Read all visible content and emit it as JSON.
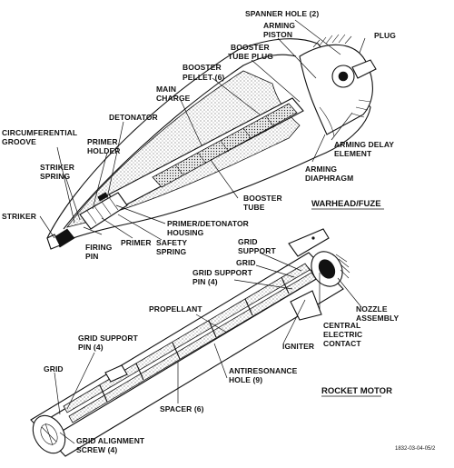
{
  "warhead": {
    "title": "WARHEAD/FUZE",
    "labels": {
      "spanner_hole": "SPANNER HOLE (2)",
      "plug": "PLUG",
      "arming_piston": [
        "ARMING",
        "PISTON"
      ],
      "booster_tube_plug": [
        "BOOSTER",
        "TUBE PLUG"
      ],
      "booster_pellet": [
        "BOOSTER",
        "PELLET (6)"
      ],
      "main_charge": [
        "MAIN",
        "CHARGE"
      ],
      "detonator": "DETONATOR",
      "circumferential_groove": [
        "CIRCUMFERENTIAL",
        "GROOVE"
      ],
      "primer_holder": [
        "PRIMER",
        "HOLDER"
      ],
      "striker_spring": [
        "STRIKER",
        "SPRING"
      ],
      "striker": "STRIKER",
      "firing_pin": [
        "FIRING",
        "PIN"
      ],
      "primer": "PRIMER",
      "safety_spring": [
        "SAFETY",
        "SPRING"
      ],
      "primer_detonator_housing": [
        "PRIMER/DETONATOR",
        "HOUSING"
      ],
      "booster_tube": [
        "BOOSTER",
        "TUBE"
      ],
      "arming_diaphragm": [
        "ARMING",
        "DIAPHRAGM"
      ],
      "arming_delay_element": [
        "ARMING DELAY",
        "ELEMENT"
      ]
    }
  },
  "rocket_motor": {
    "title": "ROCKET MOTOR",
    "labels": {
      "grid_support": [
        "GRID",
        "SUPPORT"
      ],
      "grid_top": "GRID",
      "grid_support_pin_top": [
        "GRID SUPPORT",
        "PIN (4)"
      ],
      "nozzle_assembly": [
        "NOZZLE",
        "ASSEMBLY"
      ],
      "propellant": "PROPELLANT",
      "central_electric_contact": [
        "CENTRAL",
        "ELECTRIC",
        "CONTACT"
      ],
      "igniter": "IGNITER",
      "grid_support_pin_left": [
        "GRID SUPPORT",
        "PIN (4)"
      ],
      "grid_left": "GRID",
      "antiresonance_hole": [
        "ANTIRESONANCE",
        "HOLE (9)"
      ],
      "spacer": "SPACER (6)",
      "grid_alignment_screw": [
        "GRID ALIGNMENT",
        "SCREW (4)"
      ]
    }
  },
  "figure_number": "1832-03-04-05/2"
}
